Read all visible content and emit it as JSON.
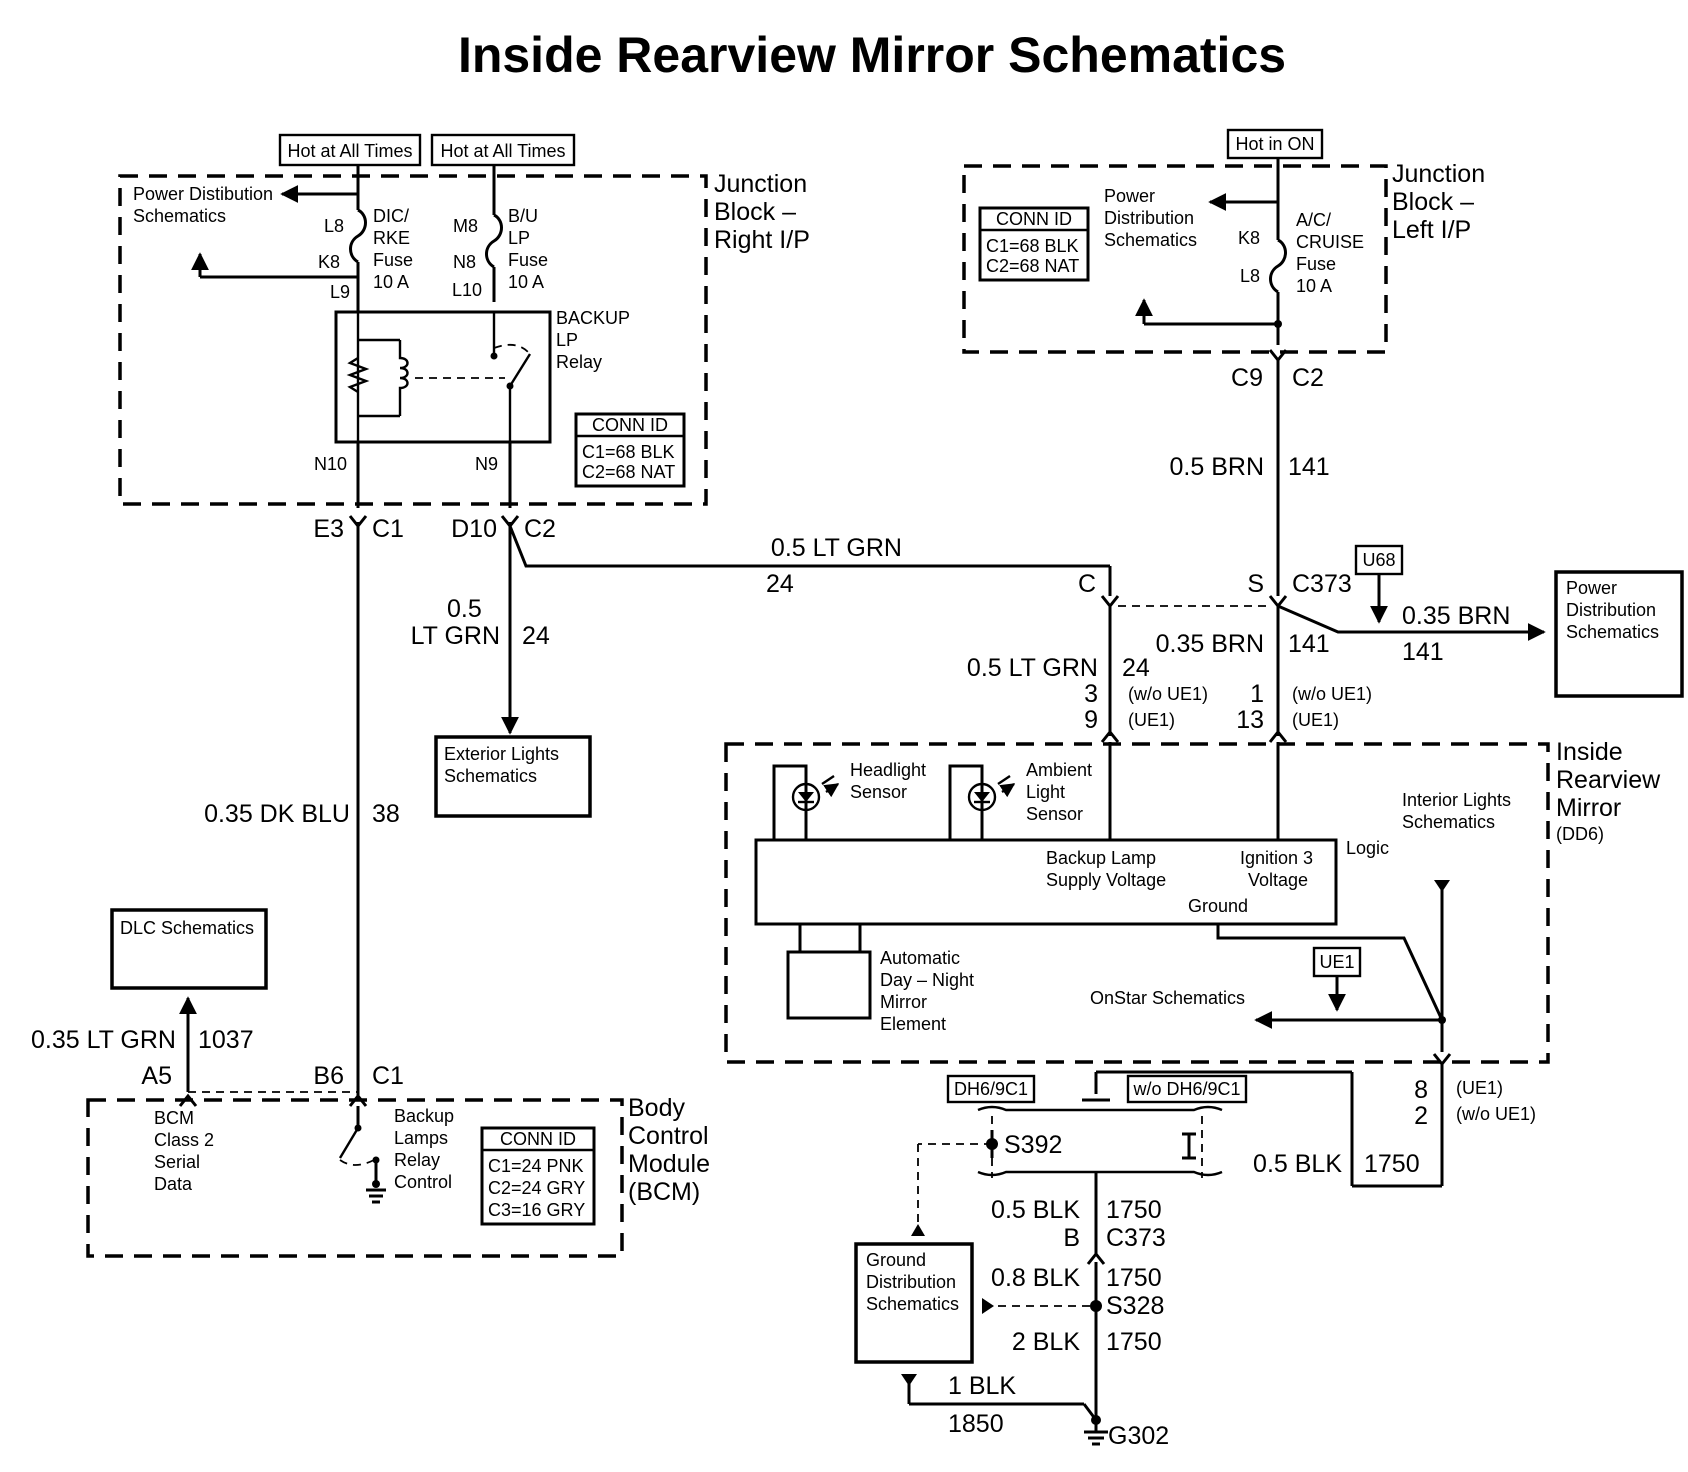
{
  "title": "Inside Rearview Mirror Schematics",
  "labels": {
    "hot_all_1": "Hot at All Times",
    "hot_all_2": "Hot at All Times",
    "hot_on": "Hot in ON",
    "u68": "U68",
    "ue1": "UE1",
    "dh6_9c1": "DH6/9C1",
    "wo_dh6_9c1": "w/o DH6/9C1"
  },
  "jb_right": {
    "name_1": "Junction",
    "name_2": "Block –",
    "name_3": "Right I/P",
    "pds_1": "Power Distibution",
    "pds_2": "Schematics",
    "fuse1": {
      "l1": "DIC/",
      "l2": "RKE",
      "l3": "Fuse",
      "l4": "10 A",
      "pin_top": "L8",
      "pin_mid": "K8",
      "pin_bot": "L9"
    },
    "fuse2": {
      "l1": "B/U",
      "l2": "LP",
      "l3": "Fuse",
      "l4": "10 A",
      "pin_top": "M8",
      "pin_mid": "N8",
      "pin_bot": "L10"
    },
    "relay_1": "BACKUP",
    "relay_2": "LP",
    "relay_3": "Relay",
    "pin_n10": "N10",
    "pin_n9": "N9",
    "conn": {
      "title": "CONN ID",
      "c1": "C1=68 BLK",
      "c2": "C2=68 NAT"
    }
  },
  "jb_left": {
    "name_1": "Junction",
    "name_2": "Block –",
    "name_3": "Left I/P",
    "pds_1": "Power",
    "pds_2": "Distribution",
    "pds_3": "Schematics",
    "fuse_1": "A/C/",
    "fuse_2": "CRUISE",
    "fuse_3": "Fuse",
    "fuse_4": "10 A",
    "pin_k8": "K8",
    "pin_l8": "L8",
    "conn": {
      "title": "CONN ID",
      "c1": "C1=68 BLK",
      "c2": "C2=68 NAT"
    },
    "c9": "C9",
    "c2": "C2"
  },
  "wires": {
    "e3": "E3",
    "c1a": "C1",
    "d10": "D10",
    "c2a": "C2",
    "brn141_gauge": "0.5 BRN",
    "brn141_num": "141",
    "ltgrn_top_gauge": "0.5 LT GRN",
    "ltgrn_top_num": "24",
    "ltgrn_down_g1": "0.5",
    "ltgrn_down_g2": "LT GRN",
    "ltgrn_down_num": "24",
    "dkblu_gauge": "0.35 DK BLU",
    "dkblu_num": "38",
    "c_pin": "C",
    "s_pin": "S",
    "c373": "C373",
    "brn035_gauge": "0.35 BRN",
    "brn035_num": "141",
    "brn035b_gauge": "0.35 BRN",
    "brn035b_num": "141",
    "ltgrn_mirror_gauge": "0.5 LT GRN",
    "ltgrn_mirror_num": "24",
    "pin3": "3",
    "pin3_note": "(w/o UE1)",
    "pin9": "9",
    "pin9_note": "(UE1)",
    "pin1": "1",
    "pin1_note": "(w/o UE1)",
    "pin13": "13",
    "pin13_note": "(UE1)",
    "ltgrn1037_gauge": "0.35 LT GRN",
    "ltgrn1037_num": "1037",
    "a5": "A5",
    "b6": "B6",
    "c1b": "C1",
    "pin8": "8",
    "pin8_note": "(UE1)",
    "pin2": "2",
    "pin2_note": "(w/o UE1)",
    "blk1750_gauge": "0.5 BLK",
    "blk1750_num": "1750",
    "s392": "S392",
    "blk05_gauge": "0.5 BLK",
    "blk05_num": "1750",
    "b_pin": "B",
    "c373b": "C373",
    "blk08_gauge": "0.8 BLK",
    "blk08_num": "1750",
    "s328": "S328",
    "blk2_gauge": "2 BLK",
    "blk2_num": "1750",
    "blk1_gauge": "1 BLK",
    "blk1_num": "1850",
    "g302": "G302"
  },
  "boxes": {
    "ext_1": "Exterior Lights",
    "ext_2": "Schematics",
    "pds_right_1": "Power",
    "pds_right_2": "Distribution",
    "pds_right_3": "Schematics",
    "dlc": "DLC  Schematics",
    "gnd_1": "Ground",
    "gnd_2": "Distribution",
    "gnd_3": "Schematics"
  },
  "mirror": {
    "name_1": "Inside",
    "name_2": "Rearview",
    "name_3": "Mirror",
    "name_4": "(DD6)",
    "headlight_1": "Headlight",
    "headlight_2": "Sensor",
    "ambient_1": "Ambient",
    "ambient_2": "Light",
    "ambient_3": "Sensor",
    "interior_1": "Interior Lights",
    "interior_2": "Schematics",
    "logic": "Logic",
    "backup_1": "Backup Lamp",
    "backup_2": "Supply Voltage",
    "ign_1": "Ignition 3",
    "ign_2": "Voltage",
    "ground": "Ground",
    "auto_1": "Automatic",
    "auto_2": "Day – Night",
    "auto_3": "Mirror",
    "auto_4": "Element",
    "onstar": "OnStar Schematics"
  },
  "bcm": {
    "name_1": "Body",
    "name_2": "Control",
    "name_3": "Module",
    "name_4": "(BCM)",
    "serial_1": "BCM",
    "serial_2": "Class 2",
    "serial_3": "Serial",
    "serial_4": "Data",
    "relay_1": "Backup",
    "relay_2": "Lamps",
    "relay_3": "Relay",
    "relay_4": "Control",
    "conn": {
      "title": "CONN ID",
      "c1": "C1=24 PNK",
      "c2": "C2=24 GRY",
      "c3": "C3=16 GRY"
    }
  }
}
